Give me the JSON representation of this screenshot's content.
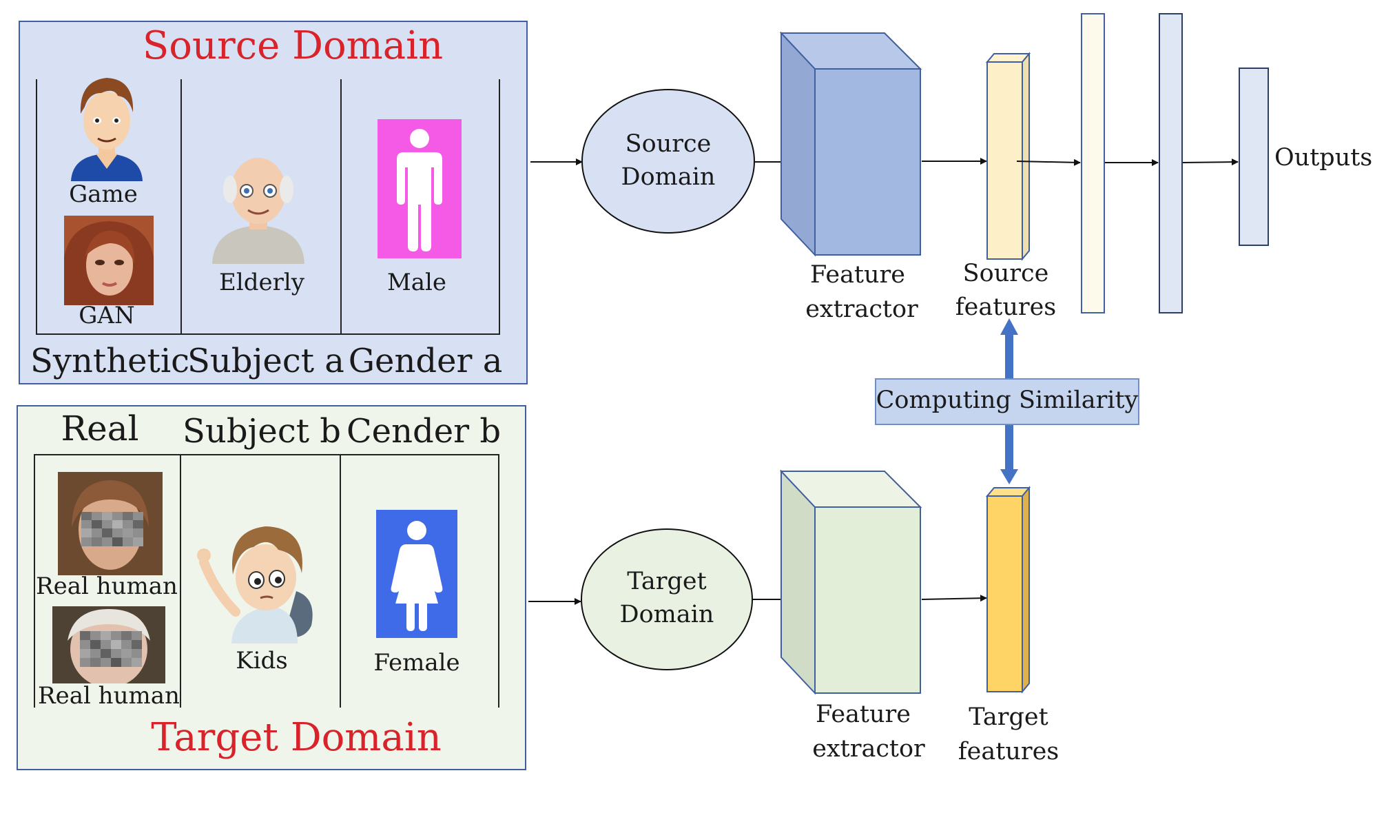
{
  "source_panel": {
    "title": "Source Domain",
    "items": {
      "game": "Game",
      "gan": "GAN",
      "elderly": "Elderly",
      "male": "Male"
    },
    "columns": [
      "Synthetic",
      "Subject a",
      "Gender a"
    ]
  },
  "target_panel": {
    "title": "Target Domain",
    "columns": [
      "Real",
      "Subject b",
      "Cender b"
    ],
    "items": {
      "real_human_1": "Real human",
      "real_human_2": "Real human",
      "kids": "Kids",
      "female": "Female"
    }
  },
  "pipeline": {
    "source_ellipse": [
      "Source",
      "Domain"
    ],
    "target_ellipse": [
      "Target",
      "Domain"
    ],
    "source_extractor": [
      "Feature",
      "extractor"
    ],
    "target_extractor": [
      "Feature",
      "extractor"
    ],
    "source_features": [
      "Source",
      "features"
    ],
    "target_features": [
      "Target",
      "features"
    ],
    "similarity": "Computing Similarity",
    "outputs": "Outputs"
  },
  "colors": {
    "source_panel_bg": "#d8e1f3",
    "target_panel_bg": "#f0f5ec",
    "title_red": "#d9232b",
    "source_cube_front": "#a3b8e0",
    "source_cube_side": "#93a9d3",
    "target_cube_front": "#e2eed8",
    "target_cube_side": "#d0dcc6",
    "source_feature_bar": "#fdf0c8",
    "target_feature_bar": "#fed466",
    "male_bg": "#f55ae6",
    "female_bg": "#3f6be8",
    "similarity_box": "#c5d4ef",
    "arrow_blue": "#4472c4"
  }
}
